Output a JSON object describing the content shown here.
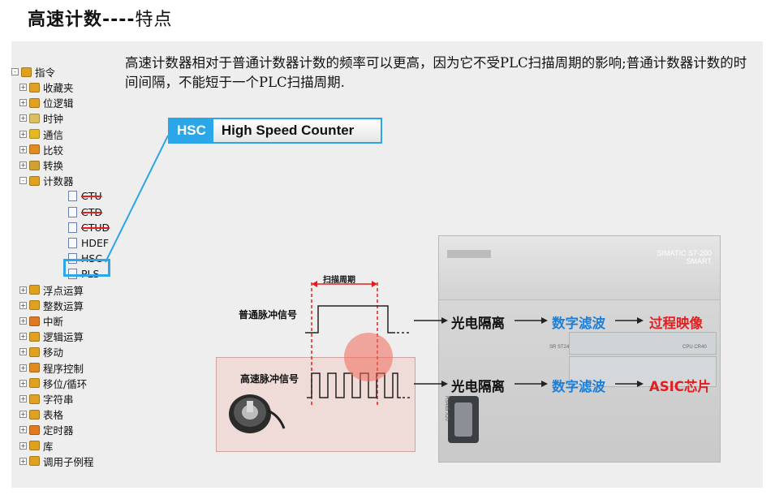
{
  "title": {
    "main": "高速计数----",
    "sub": "特点"
  },
  "description": "高速计数器相对于普通计数器计数的频率可以更高，因为它不受PLC扫描周期的影响;普通计数器计数的时间间隔，不能短于一个PLC扫描周期.",
  "hsc_label": {
    "abbr": "HSC",
    "full": "High Speed Counter"
  },
  "tree": {
    "root": "指令",
    "items": [
      {
        "label": "收藏夹",
        "color": "#e0a020"
      },
      {
        "label": "位逻辑",
        "color": "#e0a020"
      },
      {
        "label": "时钟",
        "color": "#d8c060"
      },
      {
        "label": "通信",
        "color": "#e6b820"
      },
      {
        "label": "比较",
        "color": "#e08a20"
      },
      {
        "label": "转换",
        "color": "#d0a030"
      },
      {
        "label": "计数器",
        "color": "#e0a020"
      }
    ],
    "counter_children": [
      "CTU",
      "CTD",
      "CTUD",
      "HDEF",
      "HSC",
      "PLS"
    ],
    "items_after": [
      {
        "label": "浮点运算",
        "color": "#e0a020"
      },
      {
        "label": "整数运算",
        "color": "#e0a020"
      },
      {
        "label": "中断",
        "color": "#e07a20"
      },
      {
        "label": "逻辑运算",
        "color": "#e0a020"
      },
      {
        "label": "移动",
        "color": "#e0a020"
      },
      {
        "label": "程序控制",
        "color": "#e08a20"
      },
      {
        "label": "移位/循环",
        "color": "#e0a020"
      },
      {
        "label": "字符串",
        "color": "#e0a020"
      },
      {
        "label": "表格",
        "color": "#e0a020"
      },
      {
        "label": "定时器",
        "color": "#e07a20"
      },
      {
        "label": "库",
        "color": "#e0a020"
      },
      {
        "label": "调用子例程",
        "color": "#e0a020"
      }
    ]
  },
  "diagram": {
    "scan_period": "扫描周期",
    "normal_signal": "普通脉冲信号",
    "fast_signal": "高速脉冲信号",
    "isolation": "光电隔离",
    "filter": "数字滤波",
    "image": "过程映像",
    "asic": "ASIC芯片"
  },
  "plc": {
    "model_line1": "SIMATIC S7-200",
    "model_line2": "SMART",
    "cpu_left": "SR ST24",
    "cpu_right": "CPU CR40",
    "port": "RS485 X20"
  },
  "colors": {
    "accent_blue": "#2ba6e8",
    "label_blue": "#1e7fd8",
    "label_red": "#e02020"
  }
}
